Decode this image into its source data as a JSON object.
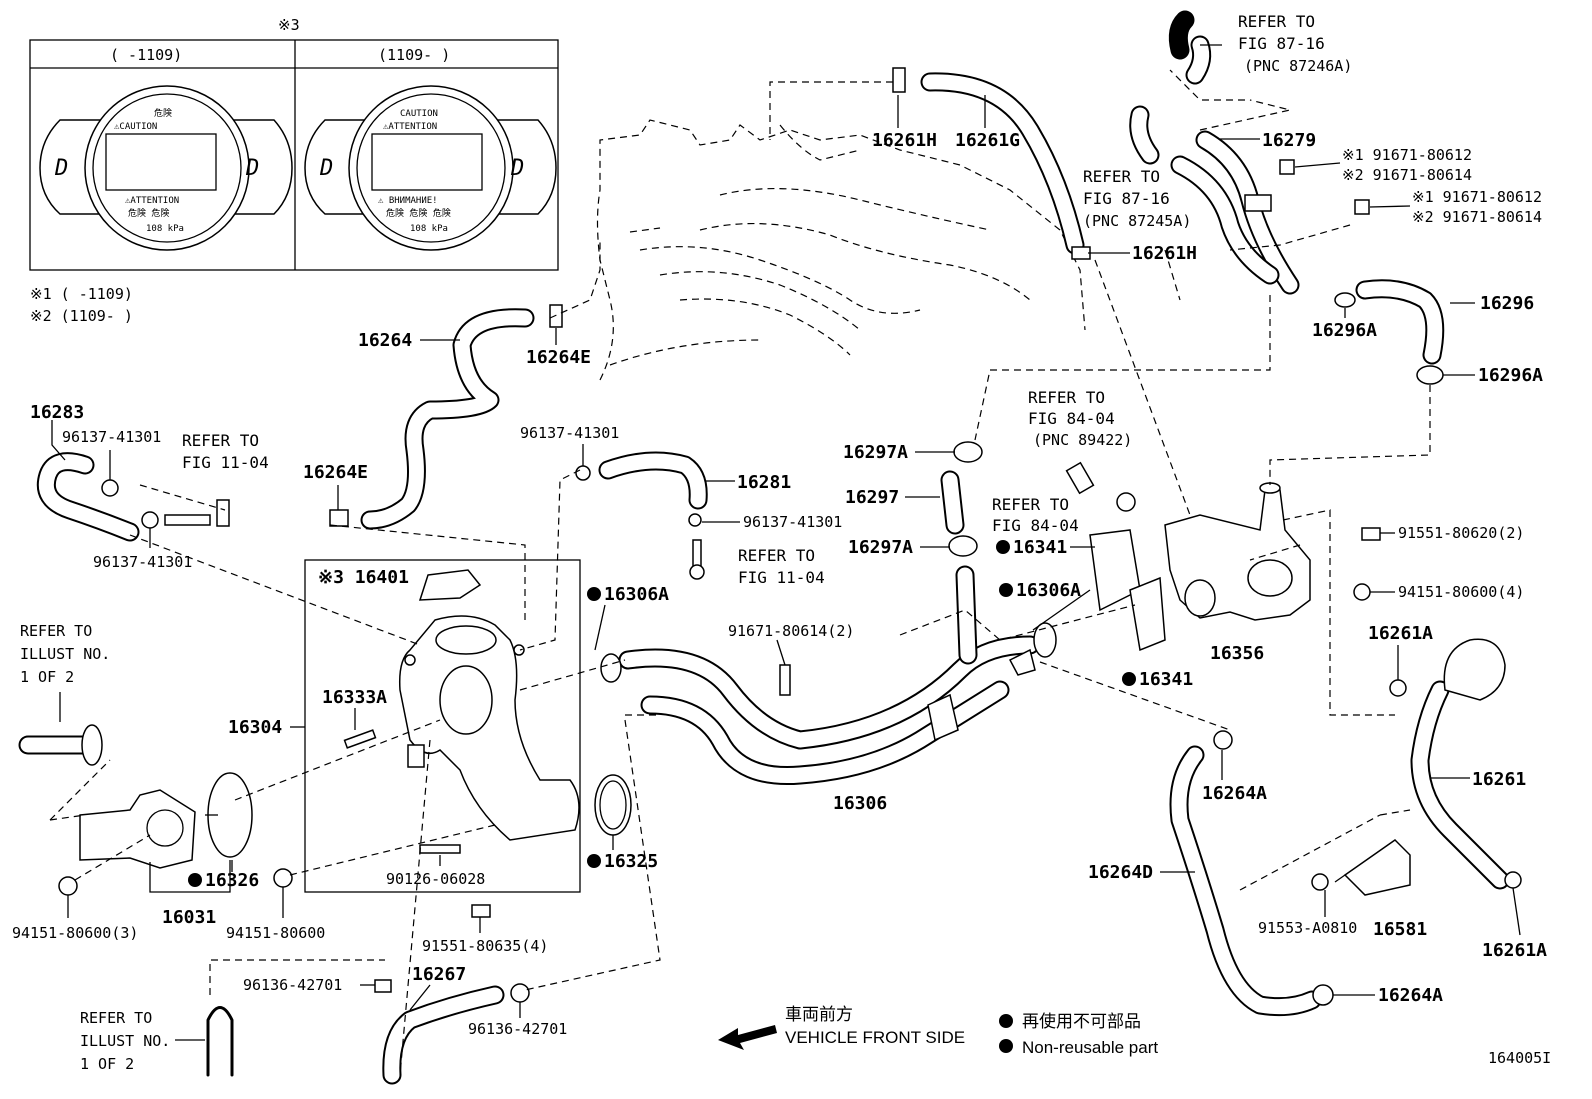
{
  "inset": {
    "note": "※3",
    "left_range": "(     -1109)",
    "right_range": "(1109-     )",
    "left_cap": {
      "top_jp": "危険",
      "top_en": "⚠CAUTION",
      "bottom_en": "⚠ATTENTION",
      "bottom_jp": "危険  危険",
      "pressure": "108 kPa"
    },
    "right_cap": {
      "top_en1": "CAUTION",
      "top_en2": "⚠ATTENTION",
      "bottom_ru": "⚠ ВНИМАНИЕ!",
      "bottom_jp": "危険 危険 危険",
      "pressure": "108 kPa"
    }
  },
  "footnotes": {
    "n1": "※1 (      -1109)",
    "n2": "※2 (1109-      )"
  },
  "refs": {
    "fig87_16a": [
      "REFER TO",
      "FIG 87-16",
      "(PNC 87246A)"
    ],
    "fig87_16b": [
      "REFER TO",
      "FIG 87-16",
      "(PNC 87245A)"
    ],
    "fig84_04a": [
      "REFER TO",
      "FIG 84-04",
      "(PNC 89422)"
    ],
    "fig84_04b": [
      "REFER TO",
      "FIG 84-04"
    ],
    "fig11_04a": [
      "REFER TO",
      "FIG 11-04"
    ],
    "fig11_04b": [
      "REFER TO",
      "FIG 11-04"
    ],
    "illust1": [
      "REFER TO",
      "ILLUST NO.",
      "1 OF 2"
    ],
    "illust2": [
      "REFER TO",
      "ILLUST NO.",
      "1 OF 2"
    ]
  },
  "labels": {
    "p16261H_top": "16261H",
    "p16261G": "16261G",
    "p16279": "16279",
    "b91671a1": "※1 91671-80612",
    "b91671a2": "※2 91671-80614",
    "b91671b1": "※1 91671-80612",
    "b91671b2": "※2 91671-80614",
    "p16261H_mid": "16261H",
    "p16296": "16296",
    "p16296A_a": "16296A",
    "p16296A_b": "16296A",
    "p16264": "16264",
    "p16264E_a": "16264E",
    "p16264E_b": "16264E",
    "p16283": "16283",
    "c96137_a": "96137-41301",
    "c96137_b": "96137-41301",
    "c96137_c": "96137-41301",
    "c96137_d": "96137-41301",
    "p16281": "16281",
    "p16297A_a": "16297A",
    "p16297": "16297",
    "p16297A_b": "16297A",
    "p16341_a": "16341",
    "p16341_b": "16341",
    "p16306A_a": "16306A",
    "p16306A_b": "16306A",
    "b91551_a": "91551-80620(2)",
    "n94151_a": "94151-80600(4)",
    "p16401": "※3 16401",
    "p16333A": "16333A",
    "p16304": "16304",
    "b91671_c": "91671-80614(2)",
    "p16356": "16356",
    "p16261A_a": "16261A",
    "p16306": "16306",
    "p16264A_a": "16264A",
    "p16261": "16261",
    "p16326": "16326",
    "p16031": "16031",
    "n94151_b": "94151-80600(3)",
    "n94151_c": "94151-80600",
    "s90126": "90126-06028",
    "p16325": "16325",
    "b91551_b": "91551-80635(4)",
    "p16264D": "16264D",
    "b91553": "91553-A0810",
    "p16581": "16581",
    "p16261A_b": "16261A",
    "c96136_a": "96136-42701",
    "p16267": "16267",
    "c96136_b": "96136-42701",
    "p16264A_b": "16264A"
  },
  "legend": {
    "front_jp": "車両前方",
    "front_en": "VEHICLE FRONT SIDE",
    "nonreuse_jp": "再使用不可部品",
    "nonreuse_en": "Non-reusable part"
  },
  "figure_code": "164005I"
}
